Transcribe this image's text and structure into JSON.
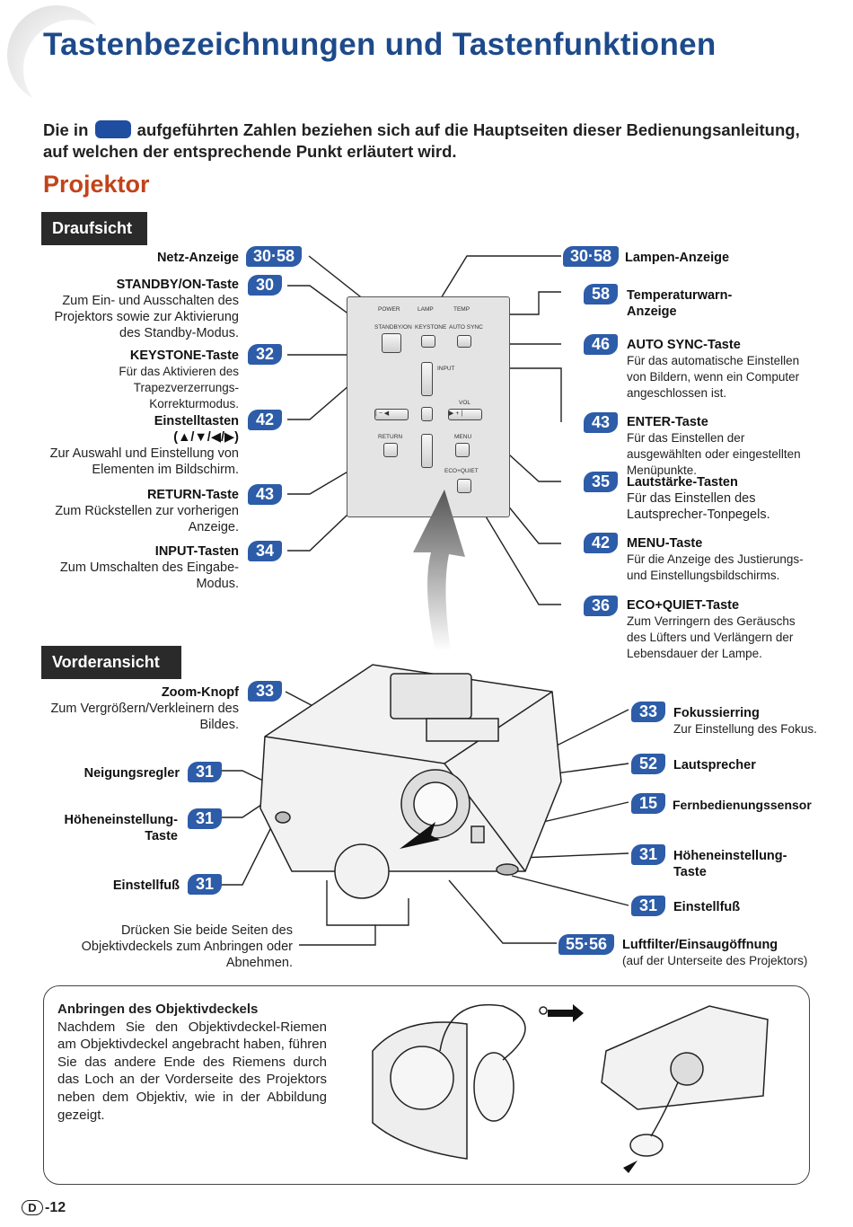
{
  "page_title": "Tastenbezeichnungen und Tastenfunktionen",
  "intro_before": "Die in",
  "intro_after": "aufgeführten Zahlen beziehen sich auf die Hauptseiten dieser Bedienungsanleitung, auf welchen der entsprechende Punkt erläutert wird.",
  "section_heading": "Projektor",
  "top_view": {
    "label": "Draufsicht",
    "left": [
      {
        "title": "Netz-Anzeige",
        "desc": "",
        "page": "30·58"
      },
      {
        "title": "STANDBY/ON-Taste",
        "desc": "Zum Ein- und Ausschalten des Projektors sowie zur Aktivierung des Standby-Modus.",
        "page": "30"
      },
      {
        "title": "KEYSTONE-Taste",
        "desc": "Für das Aktivieren des Trapezverzerrungs-Korrekturmodus.",
        "page": "32"
      },
      {
        "title": "Einstelltasten",
        "title2": "(▲/▼/◀/▶)",
        "desc": "Zur Auswahl und Einstellung von Elementen im Bildschirm.",
        "page": "42"
      },
      {
        "title": "RETURN-Taste",
        "desc": "Zum Rückstellen zur vorherigen Anzeige.",
        "page": "43"
      },
      {
        "title": "INPUT-Tasten",
        "desc": "Zum Umschalten des Eingabe-Modus.",
        "page": "34"
      }
    ],
    "right": [
      {
        "title": "Lampen-Anzeige",
        "desc": "",
        "page": "30·58"
      },
      {
        "title": "Temperaturwarn-",
        "title2": "Anzeige",
        "desc": "",
        "page": "58"
      },
      {
        "title": "AUTO SYNC-Taste",
        "desc": "Für das automatische Einstellen von Bildern, wenn ein Computer angeschlossen ist.",
        "page": "46"
      },
      {
        "title": "ENTER-Taste",
        "desc": "Für das Einstellen der ausgewählten oder eingestellten Menüpunkte.",
        "page": "43"
      },
      {
        "title": "Lautstärke-Tasten",
        "desc": "Für das Einstellen des Lautsprecher-Tonpegels.",
        "page": "35"
      },
      {
        "title": "MENU-Taste",
        "desc": "Für die Anzeige des Justierungs- und Einstellungsbildschirms.",
        "page": "42"
      },
      {
        "title": "ECO+QUIET-Taste",
        "desc": "Zum Verringern des Geräuschs des Lüfters und Verlängern der Lebensdauer der Lampe.",
        "page": "36"
      }
    ],
    "panel": {
      "power": "POWER",
      "lamp": "LAMP",
      "temp": "TEMP",
      "standby": "STANDBY/ON",
      "keystone": "KEYSTONE",
      "autosync": "AUTO SYNC",
      "input": "INPUT",
      "vol": "VOL",
      "return": "RETURN",
      "menu": "MENU",
      "eco": "ECO+QUIET",
      "minus": "|  −  ◀",
      "plus": "▶  +  |"
    }
  },
  "front_view": {
    "label": "Vorderansicht",
    "left": [
      {
        "title": "Zoom-Knopf",
        "desc": "Zum Vergrößern/Verkleinern des Bildes.",
        "page": "33"
      },
      {
        "title": "Neigungsregler",
        "page": "31"
      },
      {
        "title": "Höheneinstellung-",
        "title2": "Taste",
        "page": "31"
      },
      {
        "title": "Einstellfuß",
        "page": "31"
      }
    ],
    "cap_note": "Drücken Sie beide Seiten des Objektivdeckels zum Anbringen oder Abnehmen.",
    "right": [
      {
        "title": "Fokussierring",
        "desc": "Zur Einstellung des Fokus.",
        "page": "33"
      },
      {
        "title": "Lautsprecher",
        "page": "52"
      },
      {
        "title": "Fernbedienungssensor",
        "page": "15"
      },
      {
        "title": "Höheneinstellung-",
        "title2": "Taste",
        "page": "31"
      },
      {
        "title": "Einstellfuß",
        "page": "31"
      },
      {
        "title": "Luftfilter/Einsaugöffnung",
        "desc": "(auf der Unterseite des Projektors)",
        "page": "55·56"
      }
    ]
  },
  "lens_cap_box": {
    "title": "Anbringen des Objektivdeckels",
    "text": "Nachdem Sie den Objektivdeckel-Riemen am Objektivdeckel angebracht haben, führen Sie das andere Ende des Riemens durch das Loch an der Vorderseite des Projektors neben dem Objektiv, wie in der Abbildung gezeigt."
  },
  "footer": {
    "letter": "D",
    "page": "-12"
  },
  "colors": {
    "title": "#1d4a8a",
    "heading": "#c1441a",
    "badge": "#2d5ca8",
    "section_bg": "#2a2a2a"
  }
}
